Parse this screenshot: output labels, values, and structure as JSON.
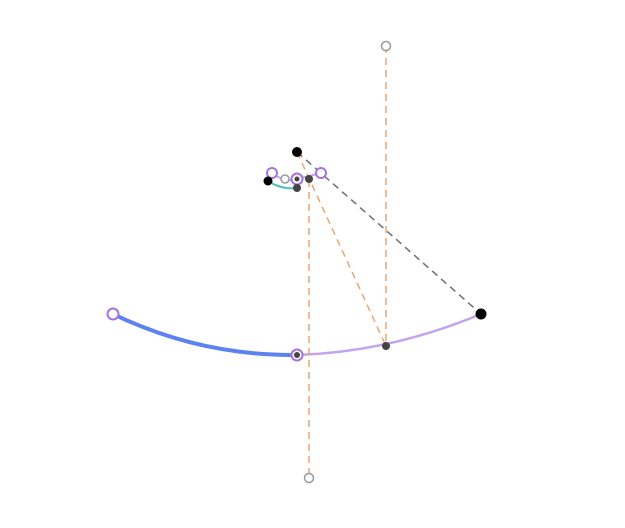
{
  "canvas": {
    "background": "#ffffff"
  },
  "colors": {
    "curve_blue": "#5b82f0",
    "curve_lavender": "#c3a3ee",
    "curve_teal": "#4dc0c0",
    "guide_orange": "#eaa674",
    "guide_gray": "#6f6f6f",
    "handle_purple": "#a771e6",
    "point_black": "#000000",
    "point_dark": "#444444",
    "hollow_gray": "#999999"
  },
  "icons": {
    "anchor": "filled-circle",
    "handle": "hollow-circle",
    "endpoint": "ring-circle"
  }
}
